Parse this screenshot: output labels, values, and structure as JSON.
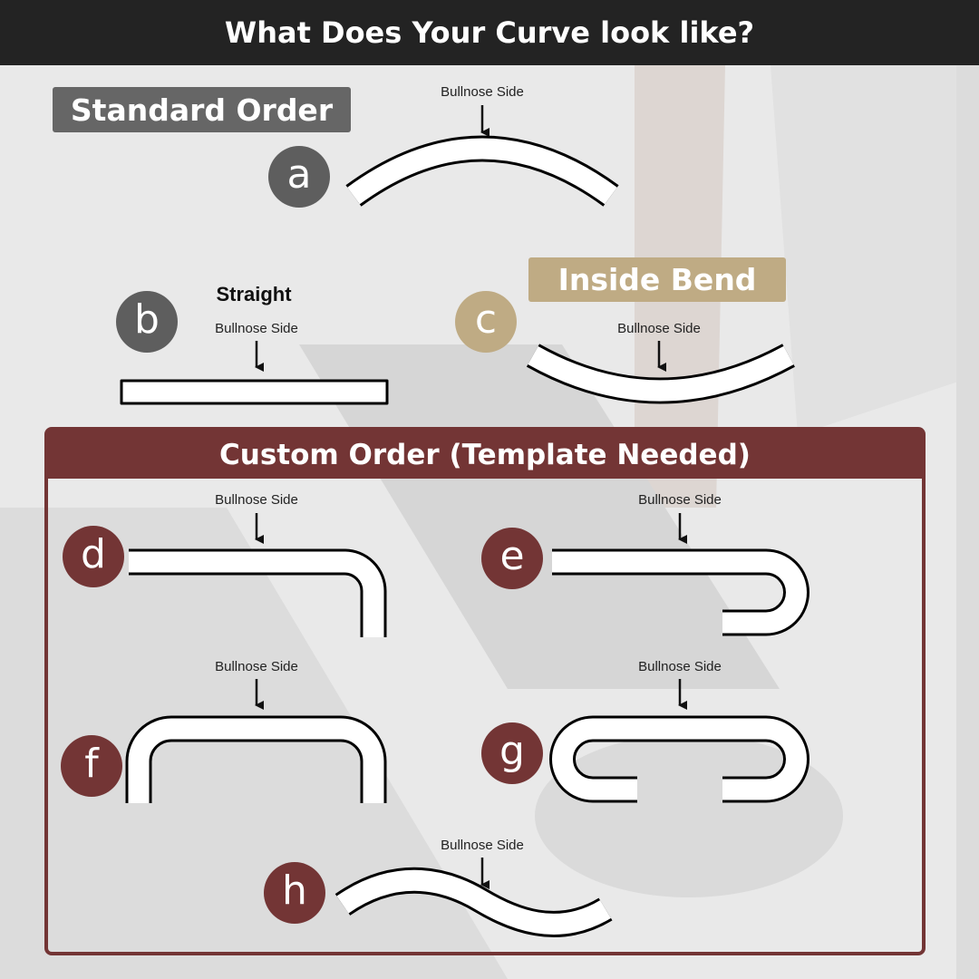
{
  "header": {
    "title": "What Does Your Curve look like?"
  },
  "standard": {
    "label": "Standard Order"
  },
  "inside_bend": {
    "label": "Inside Bend"
  },
  "straight": {
    "title": "Straight"
  },
  "custom": {
    "label": "Custom Order (Template Needed)"
  },
  "bullnose_label": "Bullnose Side",
  "items": [
    {
      "letter": "a",
      "name": "arc"
    },
    {
      "letter": "b",
      "name": "straight"
    },
    {
      "letter": "c",
      "name": "inside-bend"
    },
    {
      "letter": "d",
      "name": "l-shape"
    },
    {
      "letter": "e",
      "name": "j-hook"
    },
    {
      "letter": "f",
      "name": "u-shape"
    },
    {
      "letter": "g",
      "name": "double-hook"
    },
    {
      "letter": "h",
      "name": "s-curve"
    }
  ],
  "colors": {
    "header": "#232323",
    "standard": "#666666",
    "tan": "#bfab84",
    "maroon": "#733535"
  }
}
